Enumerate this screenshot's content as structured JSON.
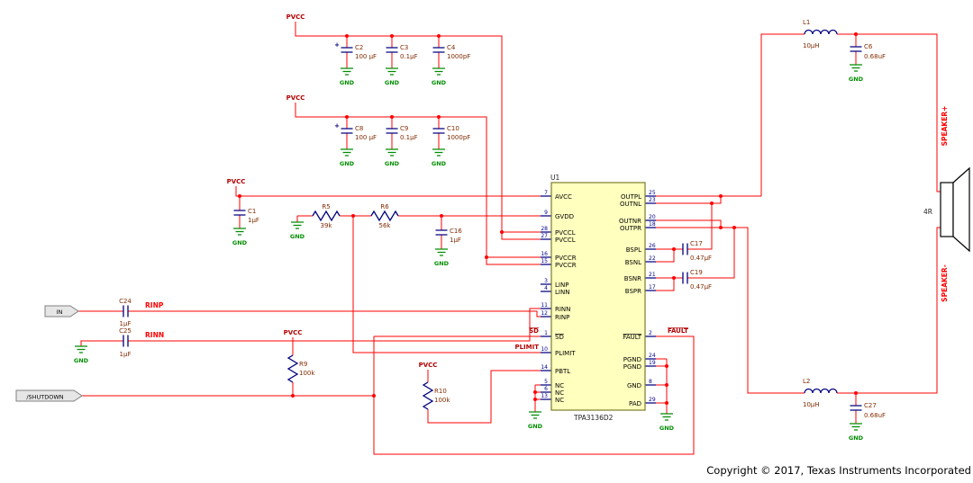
{
  "meta": {
    "copyright": "Copyright © 2017, Texas Instruments Incorporated"
  },
  "labels": {
    "gnd": "GND",
    "pvcc": "PVCC"
  },
  "tags": {
    "input": "IN",
    "shutdown": "/SHUTDOWN"
  },
  "nets": {
    "rinp": "RINP",
    "rinn": "RINN",
    "sd": "SD",
    "plimit": "PLIMIT",
    "fault": "FAULT",
    "speaker_pos": "SPEAKER+",
    "speaker_neg": "SPEAKER-"
  },
  "components": {
    "c1": {
      "ref": "C1",
      "value": "1µF"
    },
    "c2": {
      "ref": "C2",
      "value": "100 µF",
      "polarity": "+"
    },
    "c3": {
      "ref": "C3",
      "value": "0.1µF"
    },
    "c4": {
      "ref": "C4",
      "value": "1000pF"
    },
    "c6": {
      "ref": "C6",
      "value": "0.68uF"
    },
    "c8": {
      "ref": "C8",
      "value": "100 µF",
      "polarity": "+"
    },
    "c9": {
      "ref": "C9",
      "value": "0.1µF"
    },
    "c10": {
      "ref": "C10",
      "value": "1000pF"
    },
    "c16": {
      "ref": "C16",
      "value": "1µF"
    },
    "c17": {
      "ref": "C17",
      "value": "0.47µF"
    },
    "c19": {
      "ref": "C19",
      "value": "0.47µF"
    },
    "c24": {
      "ref": "C24",
      "value": "1µF"
    },
    "c25": {
      "ref": "C25",
      "value": "1µF"
    },
    "c27": {
      "ref": "C27",
      "value": "0.68uF"
    },
    "r5": {
      "ref": "R5",
      "value": "39k"
    },
    "r6": {
      "ref": "R6",
      "value": "56k"
    },
    "r9": {
      "ref": "R9",
      "value": "100k"
    },
    "r10": {
      "ref": "R10",
      "value": "100k"
    },
    "l1": {
      "ref": "L1",
      "value": "10µH"
    },
    "l2": {
      "ref": "L2",
      "value": "10µH"
    },
    "speaker": {
      "value": "4R"
    }
  },
  "chip": {
    "refdes": "U1",
    "part": "TPA3136D2",
    "left_pins": [
      {
        "num": "7",
        "name": "AVCC"
      },
      {
        "num": "9",
        "name": "GVDD"
      },
      {
        "num": "28",
        "name": "PVCCL"
      },
      {
        "num": "27",
        "name": "PVCCL"
      },
      {
        "num": "16",
        "name": "PVCCR"
      },
      {
        "num": "15",
        "name": "PVCCR"
      },
      {
        "num": "3",
        "name": "LINP"
      },
      {
        "num": "4",
        "name": "LINN"
      },
      {
        "num": "11",
        "name": "RINN"
      },
      {
        "num": "12",
        "name": "RINP"
      },
      {
        "num": "1",
        "name": "SD"
      },
      {
        "num": "10",
        "name": "PLIMIT"
      },
      {
        "num": "14",
        "name": "PBTL"
      },
      {
        "num": "5",
        "name": "NC"
      },
      {
        "num": "6",
        "name": "NC"
      },
      {
        "num": "13",
        "name": "NC"
      }
    ],
    "right_pins": [
      {
        "num": "25",
        "name": "OUTPL"
      },
      {
        "num": "23",
        "name": "OUTNL"
      },
      {
        "num": "20",
        "name": "OUTNR"
      },
      {
        "num": "18",
        "name": "OUTPR"
      },
      {
        "num": "26",
        "name": "BSPL"
      },
      {
        "num": "22",
        "name": "BSNL"
      },
      {
        "num": "21",
        "name": "BSNR"
      },
      {
        "num": "17",
        "name": "BSPR"
      },
      {
        "num": "2",
        "name": "FAULT"
      },
      {
        "num": "24",
        "name": "PGND"
      },
      {
        "num": "19",
        "name": "PGND"
      },
      {
        "num": "8",
        "name": "GND"
      },
      {
        "num": "29",
        "name": "PAD"
      }
    ]
  }
}
